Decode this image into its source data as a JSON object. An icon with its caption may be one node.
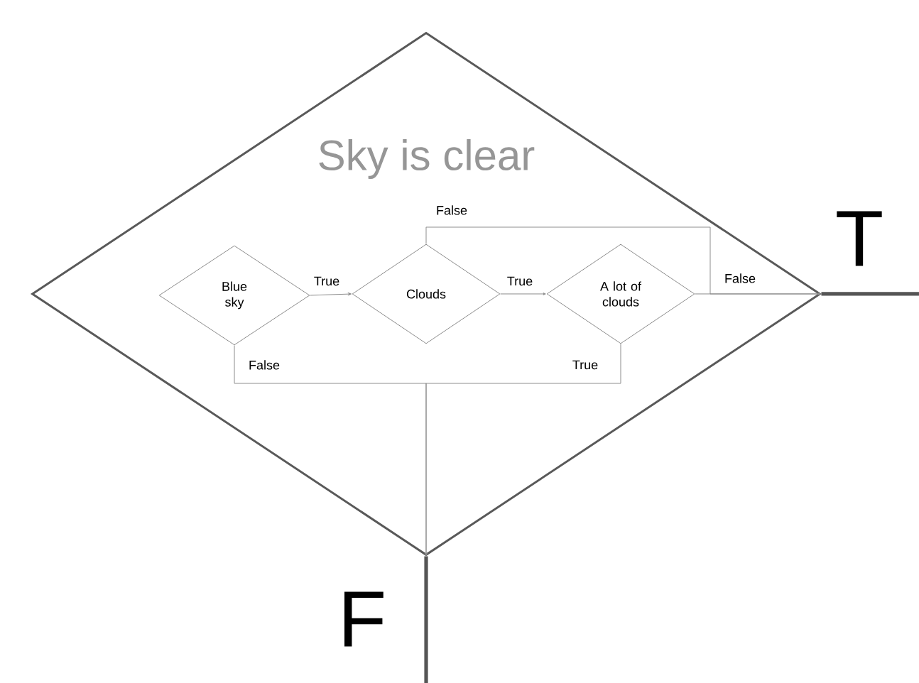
{
  "diagram": {
    "nodes": [
      {
        "text": [
          "Sky is clear"
        ]
      },
      {
        "text": [
          "Blue sky"
        ],
        "in": 0
      },
      {
        "text": [
          "Clouds"
        ],
        "in": 0
      },
      {
        "text": [
          "A lot of clouds"
        ],
        "in": 0
      }
    ],
    "edges": [
      {
        "from": 1,
        "to": 2,
        "arrow": "to",
        "label": "True"
      },
      {
        "from": 2,
        "to": 3,
        "arrow": "to",
        "label": "True"
      },
      {
        "from": 2,
        "to": 0,
        "arrow": "to",
        "label": "False"
      },
      {
        "from": 3,
        "to": 0,
        "arrow": "to",
        "label": "False"
      },
      {
        "from": 1,
        "to": 0,
        "arrow": "to",
        "label": "False"
      },
      {
        "from": 3,
        "to": 0,
        "arrow": "to",
        "label": "True"
      },
      {
        "from": 0,
        "to": null,
        "arrow": "none",
        "label": "T",
        "style": "thick",
        "color": "#555555"
      },
      {
        "from": 0,
        "to": null,
        "arrow": "none",
        "label": "F",
        "style": "thick",
        "color": "#555555"
      }
    ]
  }
}
